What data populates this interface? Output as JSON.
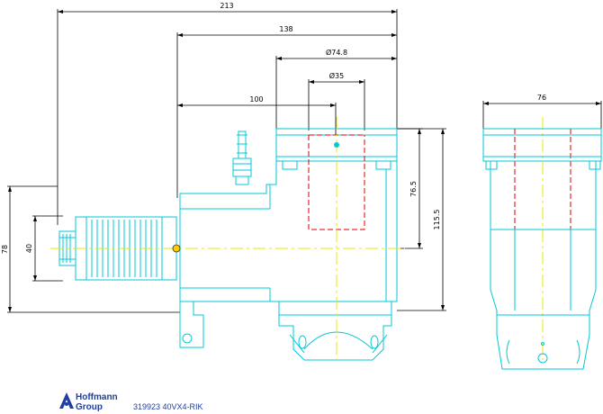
{
  "colors": {
    "outline": "#00c8d8",
    "centerline": "#e8e800",
    "hidden": "#e00000",
    "dimension": "#000000",
    "logo": "#1f3fa0"
  },
  "dimensions": {
    "d213": "213",
    "d138": "138",
    "d74_8": "Ø74.8",
    "d35": "Ø35",
    "d100": "100",
    "d76_side": "76",
    "d76_5": "76.5",
    "d115_5": "115.5",
    "d78": "78",
    "d40": "40"
  },
  "logo": {
    "line1": "Hoffmann",
    "line2": "Group",
    "icon": "hoffmann-logo-icon"
  },
  "part_number": "319923 40VX4-RIK"
}
